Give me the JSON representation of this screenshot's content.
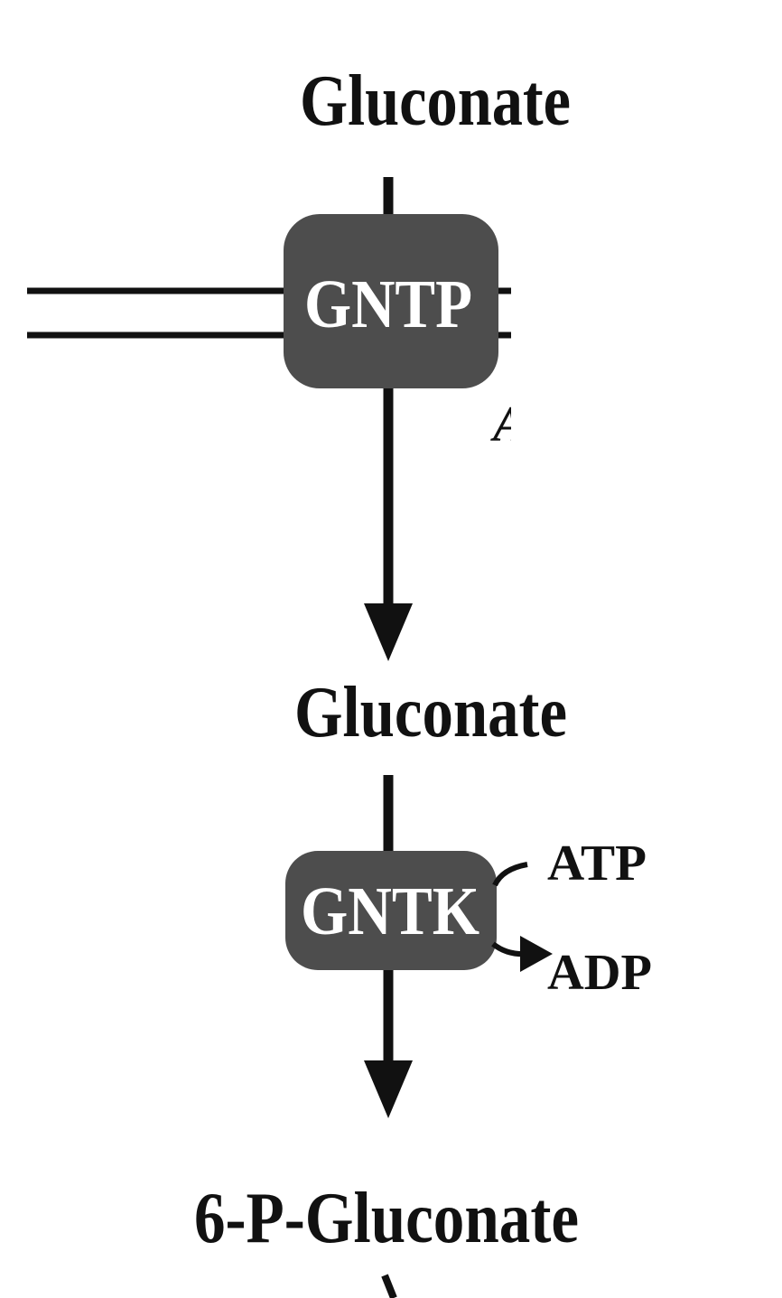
{
  "diagram": {
    "nodes": {
      "gluconate_outside": "Gluconate",
      "gntp": "GNTP",
      "gluconate_inside": "Gluconate",
      "gntk": "GNTK",
      "atp": "ATP",
      "adp": "ADP",
      "six_p_gluconate": "6-P-Gluconate",
      "cropped_fragment": "A"
    },
    "colors": {
      "enzyme_box": "#4d4d4d",
      "enzyme_text": "#ffffff",
      "line": "#111111",
      "text": "#111111",
      "background": "#ffffff"
    }
  }
}
